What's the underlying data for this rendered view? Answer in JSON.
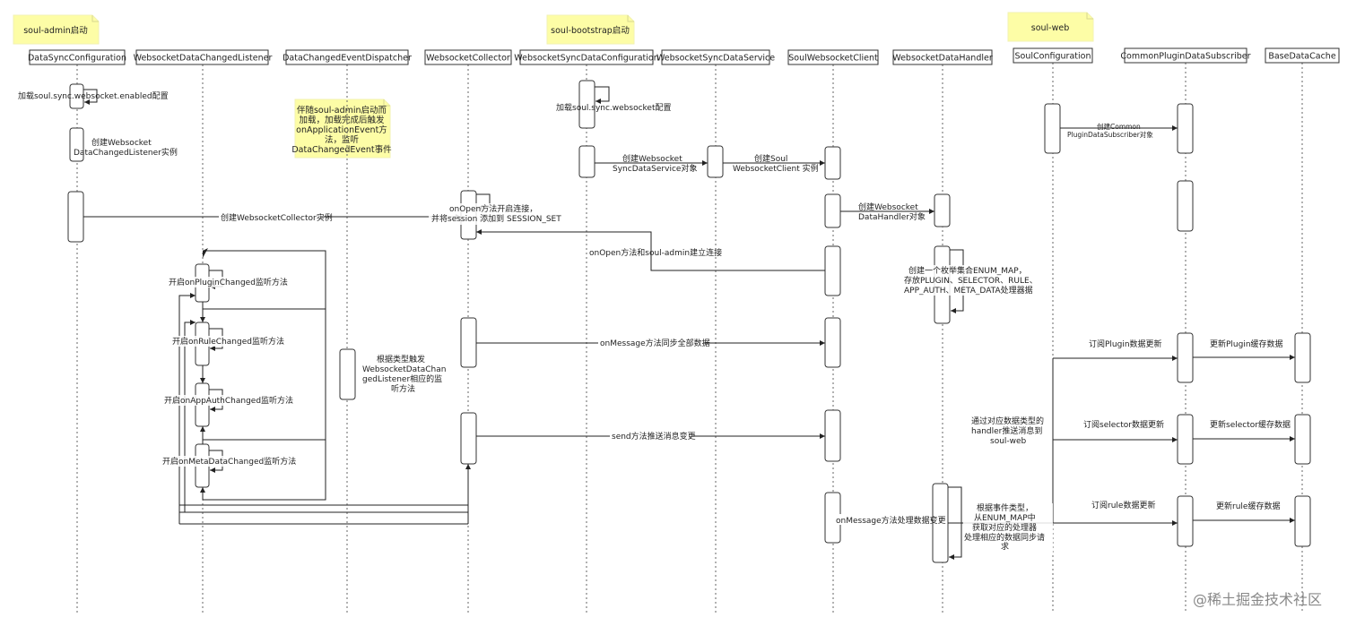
{
  "notes": {
    "admin": "soul-admin启动",
    "bootstrap": "soul-bootstrap启动",
    "web": "soul-web",
    "dispatcher": [
      "伴随soul-admin启动而",
      "加载，加载完成后触发",
      "onApplicationEvent方",
      "法，监听",
      "DataChangedEvent事件"
    ]
  },
  "participants": [
    "DataSyncConfiguration",
    "WebsocketDataChangedListener",
    "DataChangedEventDispatcher",
    "WebsocketCollector",
    "WebsocketSyncDataConfiguration",
    "WebsocketSyncDataService",
    "SoulWebsocketClient",
    "WebsocketDataHandler",
    "SoulConfiguration",
    "CommonPluginDataSubscriber",
    "BaseDataCache"
  ],
  "labels": {
    "l01": [
      "加载soul.sync.websocket.enabled配置"
    ],
    "l02": [
      "创建Websocket",
      "DataChangedListener实例"
    ],
    "l03": [
      "创建WebsocketCollector实例"
    ],
    "l04": [
      "onOpen方法开启连接，",
      "并将session 添加到 SESSION_SET"
    ],
    "l05": [
      "加载soul.sync.websocket配置"
    ],
    "l06": [
      "创建Websocket",
      "SyncDataService对象"
    ],
    "l07": [
      "创建Soul",
      "WebsocketClient 实例"
    ],
    "l08": [
      "创建Websocket",
      "DataHandler对象"
    ],
    "l09": [
      "onOpen方法和soul-admin建立连接"
    ],
    "l10": [
      "创建一个枚举集合ENUM_MAP，",
      "存放PLUGIN、SELECTOR、RULE、",
      "APP_AUTH、META_DATA处理器据"
    ],
    "l11": [
      "创建Common",
      "PluginDataSubscriber对象"
    ],
    "l12": [
      "开启onPluginChanged监听方法"
    ],
    "l13": [
      "开启onRuleChanged监听方法"
    ],
    "l14": [
      "开启onAppAuthChanged监听方法"
    ],
    "l15": [
      "开启onMetaDataChanged监听方法"
    ],
    "l16": [
      "根据类型触发",
      "WebsocketDataChan",
      "gedListener相应的监",
      "听方法"
    ],
    "l17": [
      "onMessage方法同步全部数据"
    ],
    "l18": [
      "send方法推送消息变更"
    ],
    "l19": [
      "onMessage方法处理数据变更"
    ],
    "l20": [
      "根据事件类型，",
      "从ENUM_MAP中",
      "获取对应的处理器",
      "处理相应的数据同步请",
      "求"
    ],
    "l21": [
      "通过对应数据类型的",
      "handler推送消息到",
      "soul-web"
    ],
    "l22": [
      "订阅Plugin数据更新"
    ],
    "l23": [
      "订阅selector数据更新"
    ],
    "l24": [
      "订阅rule数据更新"
    ],
    "l25": [
      "更新Plugin缓存数据"
    ],
    "l26": [
      "更新selector缓存数据"
    ],
    "l27": [
      "更新rule缓存数据"
    ]
  },
  "watermark": "@稀土掘金技术社区",
  "colors": {
    "note_fill": "#fdfda6",
    "line": "#222222"
  }
}
